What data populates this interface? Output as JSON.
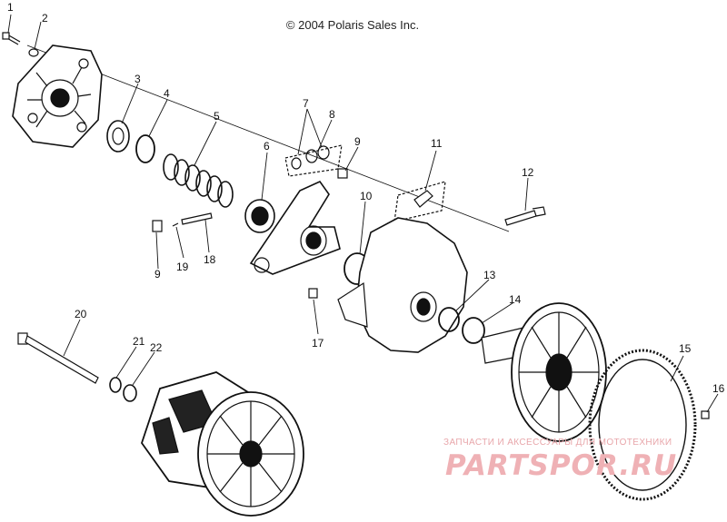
{
  "copyright": "© 2004 Polaris Sales Inc.",
  "watermark": {
    "caption": "ЗАПЧАСТИ И АКСЕССУАРЫ ДЛЯ МОТОТЕХНИКИ",
    "logo": "PARTSPOR.RU"
  },
  "callouts": [
    "1",
    "2",
    "3",
    "4",
    "5",
    "6",
    "7",
    "8",
    "9",
    "9",
    "10",
    "11",
    "12",
    "13",
    "14",
    "15",
    "16",
    "17",
    "18",
    "19",
    "20",
    "21",
    "22"
  ],
  "colors": {
    "line": "#111111",
    "background": "#ffffff",
    "watermark": "#efb1b5"
  }
}
